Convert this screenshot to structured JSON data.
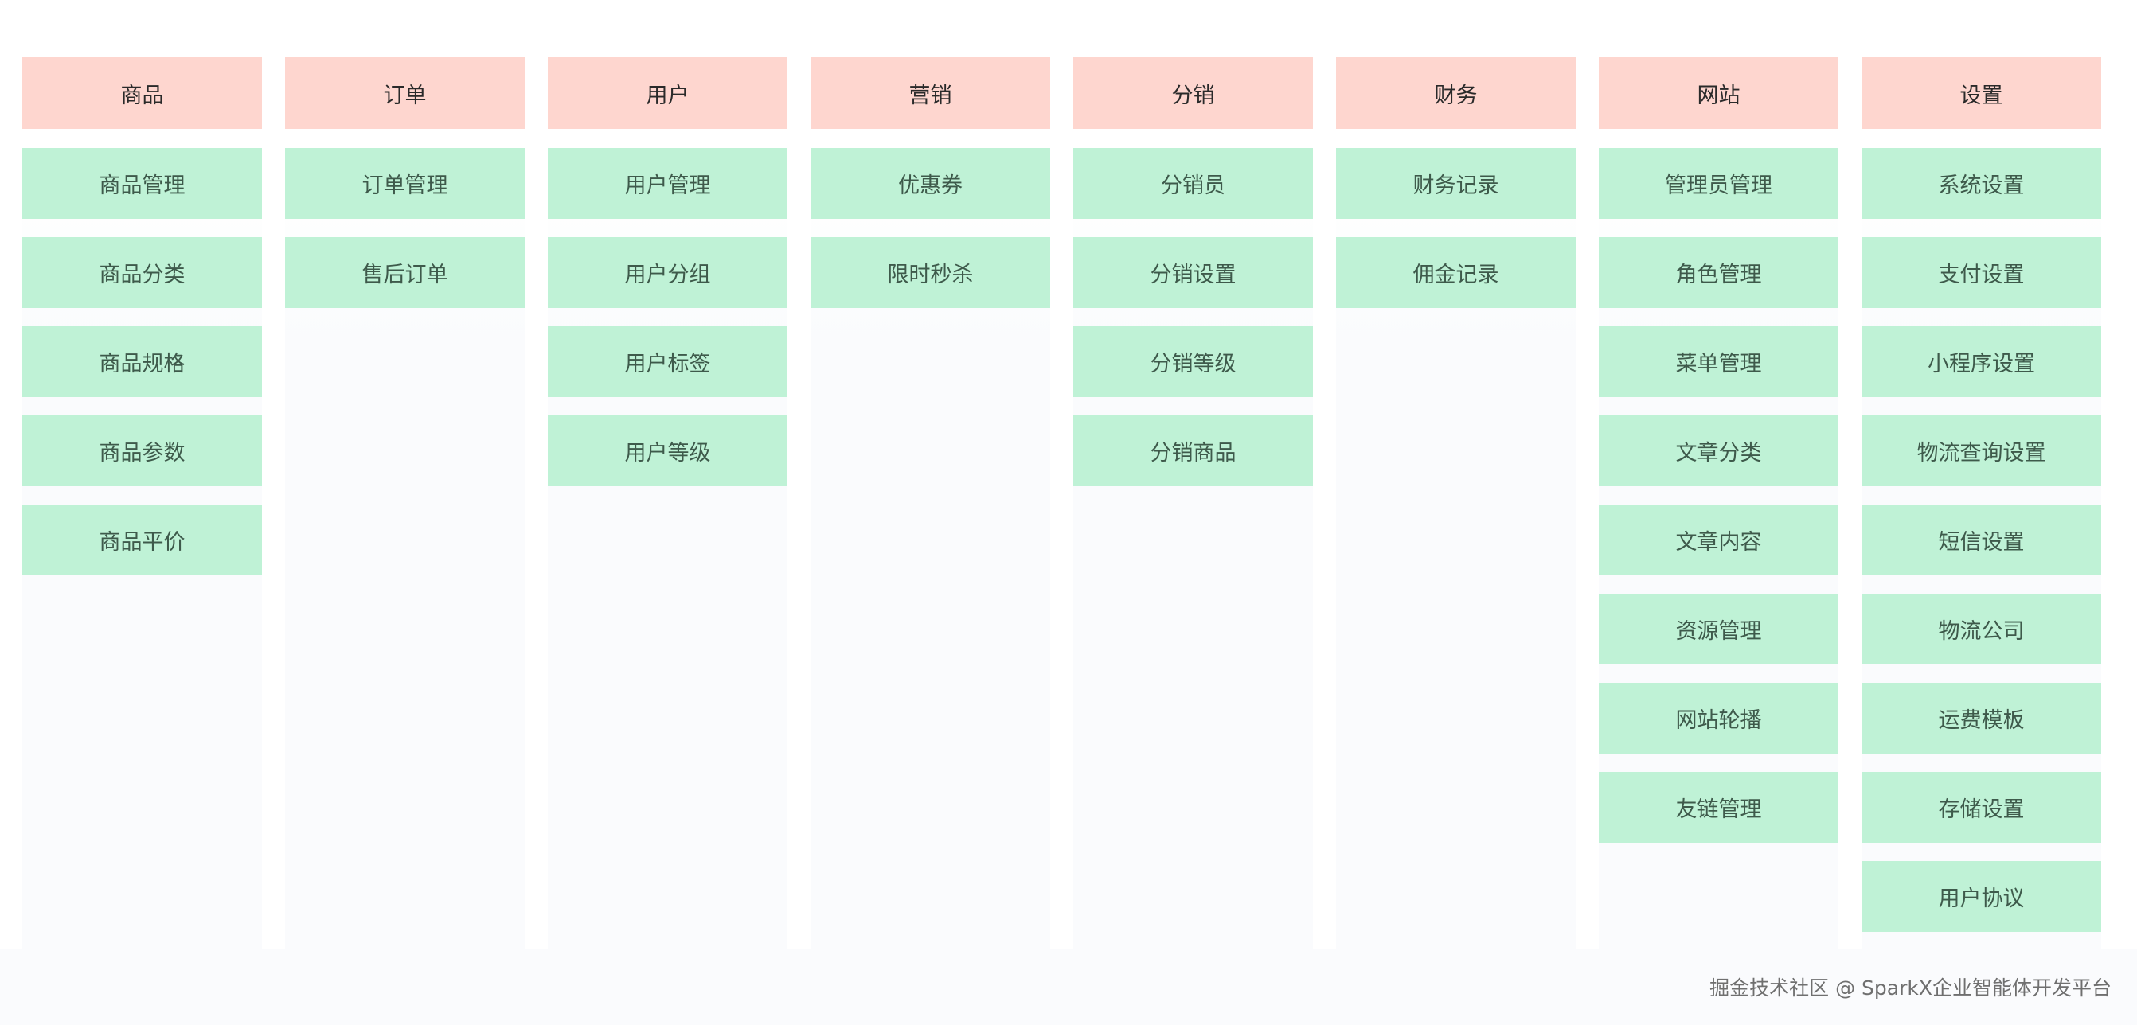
{
  "colors": {
    "header_bg": "#fed6cf",
    "item_bg": "#bff2d6",
    "header_text": "#2a2a2a",
    "item_text": "#3e5a4b",
    "page_bg": "#ffffff",
    "column_bg": "#fafbfd"
  },
  "columns": [
    {
      "title": "商品",
      "items": [
        "商品管理",
        "商品分类",
        "商品规格",
        "商品参数",
        "商品平价"
      ]
    },
    {
      "title": "订单",
      "items": [
        "订单管理",
        "售后订单"
      ]
    },
    {
      "title": "用户",
      "items": [
        "用户管理",
        "用户分组",
        "用户标签",
        "用户等级"
      ]
    },
    {
      "title": "营销",
      "items": [
        "优惠券",
        "限时秒杀"
      ]
    },
    {
      "title": "分销",
      "items": [
        "分销员",
        "分销设置",
        "分销等级",
        "分销商品"
      ]
    },
    {
      "title": "财务",
      "items": [
        "财务记录",
        "佣金记录"
      ]
    },
    {
      "title": "网站",
      "items": [
        "管理员管理",
        "角色管理",
        "菜单管理",
        "文章分类",
        "文章内容",
        "资源管理",
        "网站轮播",
        "友链管理"
      ]
    },
    {
      "title": "设置",
      "items": [
        "系统设置",
        "支付设置",
        "小程序设置",
        "物流查询设置",
        "短信设置",
        "物流公司",
        "运费模板",
        "存储设置",
        "用户协议"
      ]
    }
  ],
  "watermark": "掘金技术社区 @ SparkX企业智能体开发平台"
}
